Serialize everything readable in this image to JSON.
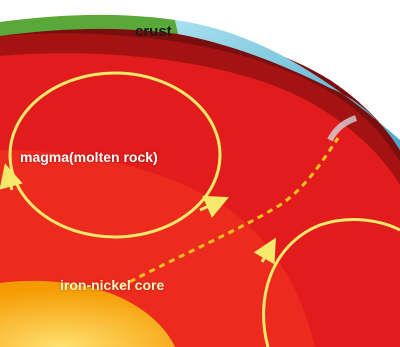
{
  "labels": {
    "crust": "crust",
    "magma": "magma(molten rock)",
    "core": "iron-nickel core"
  },
  "colors": {
    "background": "#ffffff",
    "crust_land": "#5aa83a",
    "ocean": "#7ec8de",
    "mantle_outer": "#8e1010",
    "mantle": "#e41e1e",
    "mantle_inner": "#f03a1e",
    "core": "#f7b500",
    "convection_arrow": "#f5e86a"
  }
}
